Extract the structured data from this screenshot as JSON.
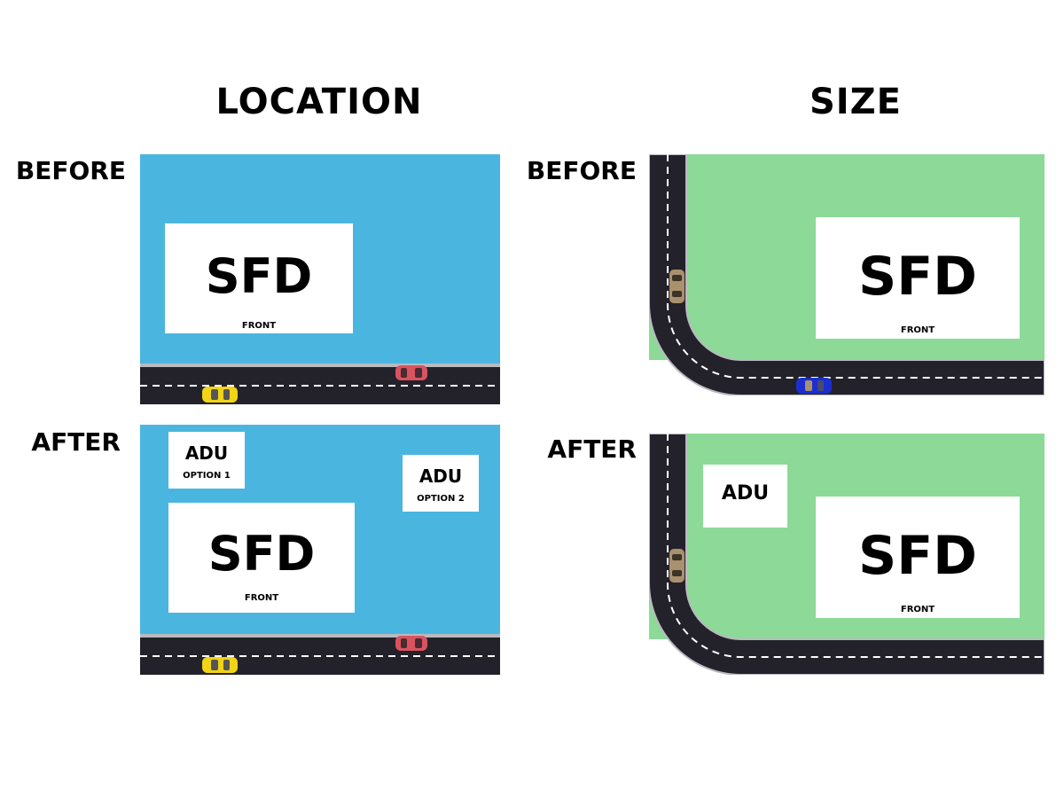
{
  "headings": {
    "location": "LOCATION",
    "size": "SIZE"
  },
  "location": {
    "before": {
      "label": "BEFORE",
      "sfd": "SFD",
      "front": "FRONT"
    },
    "after": {
      "label": "AFTER",
      "sfd": "SFD",
      "front": "FRONT",
      "adu1": "ADU",
      "adu1_option": "OPTION 1",
      "adu2": "ADU",
      "adu2_option": "OPTION 2"
    }
  },
  "size": {
    "before": {
      "label": "BEFORE",
      "sfd": "SFD",
      "front": "FRONT"
    },
    "after": {
      "label": "AFTER",
      "sfd": "SFD",
      "front": "FRONT",
      "adu": "ADU"
    }
  },
  "colors": {
    "lot_blue": "#4ab6e0",
    "lot_green": "#8cd998",
    "road": "#23222b",
    "road_edge": "#b9b9c0",
    "lane_marking": "#ffffff",
    "car_yellow": "#f2d417",
    "car_red": "#d9535f",
    "car_blue": "#1b2fd1",
    "car_tan": "#a8916c"
  }
}
